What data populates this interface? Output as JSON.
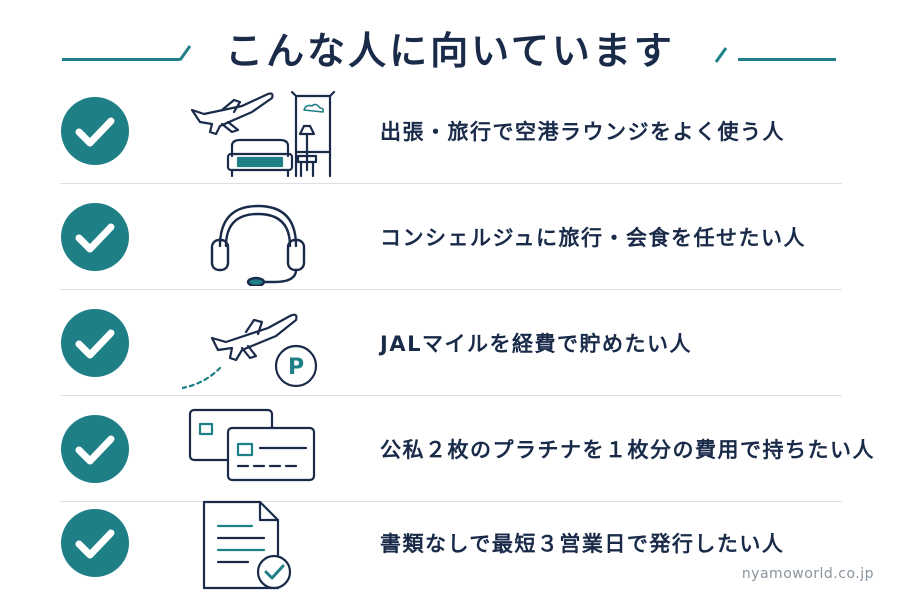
{
  "title": "こんな人に向いています",
  "colors": {
    "accent": "#1f7f86",
    "text": "#1a2b4a",
    "divider": "#dde1e6"
  },
  "items": [
    {
      "label": "出張・旅行で空港ラウンジをよく使う人",
      "icon": "airplane-lounge-icon"
    },
    {
      "label": "コンシェルジュに旅行・会食を任せたい人",
      "icon": "headset-icon"
    },
    {
      "label": "JALマイルを経費で貯めたい人",
      "icon": "airplane-points-icon"
    },
    {
      "label": "公私２枚のプラチナを１枚分の費用で持ちたい人",
      "icon": "two-cards-icon"
    },
    {
      "label": "書類なしで最短３営業日で発行したい人",
      "icon": "document-check-icon"
    }
  ],
  "watermark": "nyamoworld.co.jp"
}
